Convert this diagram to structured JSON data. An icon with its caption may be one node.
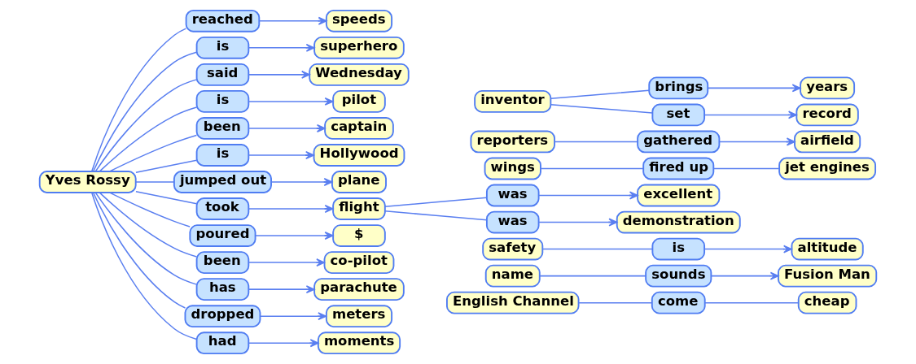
{
  "diagram": {
    "nodes": [
      {
        "text": [
          "cheap"
        ]
      },
      {
        "text": [
          "Fusion Man"
        ]
      },
      {
        "text": [
          "altitude"
        ]
      },
      {
        "text": [
          "is"
        ]
      },
      {
        "text": [
          "safety"
        ]
      },
      {
        "text": [
          "speeds"
        ]
      },
      {
        "text": [
          "come"
        ]
      },
      {
        "text": [
          "sounds"
        ]
      },
      {
        "text": [
          "superhero"
        ]
      },
      {
        "text": [
          "wings"
        ]
      },
      {
        "text": [
          "Wednesday"
        ]
      },
      {
        "text": [
          "English Channel"
        ]
      },
      {
        "text": [
          "name"
        ]
      },
      {
        "text": [
          "reporters"
        ]
      },
      {
        "text": [
          "fired up"
        ]
      },
      {
        "text": [
          "reached"
        ]
      },
      {
        "text": [
          "is"
        ]
      },
      {
        "text": [
          "pilot"
        ]
      },
      {
        "text": [
          "said"
        ]
      },
      {
        "text": [
          "is"
        ]
      },
      {
        "text": [
          "captain"
        ]
      },
      {
        "text": [
          "been"
        ]
      },
      {
        "text": [
          "jet engines"
        ]
      },
      {
        "text": [
          "gathered"
        ]
      },
      {
        "text": [
          "Yves Rossy"
        ]
      },
      {
        "text": [
          "is"
        ]
      },
      {
        "text": [
          "jumped out"
        ]
      },
      {
        "text": [
          "airfield"
        ]
      },
      {
        "text": [
          "Hollywood"
        ]
      },
      {
        "text": [
          "took"
        ]
      },
      {
        "text": [
          "poured"
        ]
      },
      {
        "text": [
          "been"
        ]
      },
      {
        "text": [
          "has"
        ]
      },
      {
        "text": [
          "dropped"
        ]
      },
      {
        "text": [
          "plane"
        ]
      },
      {
        "text": [
          "years"
        ]
      },
      {
        "text": [
          "flight"
        ]
      },
      {
        "text": [
          "$"
        ]
      },
      {
        "text": [
          "had"
        ]
      },
      {
        "text": [
          "co-pilot"
        ]
      },
      {
        "text": [
          "parachute"
        ]
      },
      {
        "text": [
          "meters"
        ]
      },
      {
        "text": [
          "brings"
        ]
      },
      {
        "text": [
          "was"
        ]
      },
      {
        "text": [
          "was"
        ]
      },
      {
        "text": [
          "inventor"
        ]
      },
      {
        "text": [
          "set"
        ]
      },
      {
        "text": [
          "record"
        ]
      },
      {
        "text": [
          "excellent"
        ]
      },
      {
        "text": [
          "demonstration"
        ]
      },
      {
        "text": [
          "moments"
        ]
      }
    ],
    "edges": [
      {
        "from": 4,
        "to": 3,
        "arrow": "none"
      },
      {
        "from": 3,
        "to": 2,
        "arrow": "to"
      },
      {
        "from": 9,
        "to": 14,
        "arrow": "none"
      },
      {
        "from": 14,
        "to": 22,
        "arrow": "none"
      },
      {
        "from": 24,
        "to": 18,
        "arrow": "none"
      },
      {
        "from": 18,
        "to": 10,
        "arrow": "to"
      },
      {
        "from": 24,
        "to": 15,
        "arrow": "none"
      },
      {
        "from": 15,
        "to": 5,
        "arrow": "to"
      },
      {
        "from": 24,
        "to": 16,
        "arrow": "none"
      },
      {
        "from": 16,
        "to": 8,
        "arrow": "to"
      },
      {
        "from": 24,
        "to": 19,
        "arrow": "none"
      },
      {
        "from": 19,
        "to": 17,
        "arrow": "to"
      },
      {
        "from": 24,
        "to": 21,
        "arrow": "none"
      },
      {
        "from": 21,
        "to": 20,
        "arrow": "to"
      },
      {
        "from": 24,
        "to": 25,
        "arrow": "none"
      },
      {
        "from": 25,
        "to": 28,
        "arrow": "to"
      },
      {
        "from": 24,
        "to": 26,
        "arrow": "none"
      },
      {
        "from": 26,
        "to": 34,
        "arrow": "to"
      },
      {
        "from": 24,
        "to": 33,
        "arrow": "none"
      },
      {
        "from": 33,
        "to": 41,
        "arrow": "to"
      },
      {
        "from": 24,
        "to": 31,
        "arrow": "none"
      },
      {
        "from": 31,
        "to": 39,
        "arrow": "to"
      },
      {
        "from": 24,
        "to": 29,
        "arrow": "none"
      },
      {
        "from": 29,
        "to": 36,
        "arrow": "to"
      },
      {
        "from": 24,
        "to": 30,
        "arrow": "none"
      },
      {
        "from": 30,
        "to": 37,
        "arrow": "to"
      },
      {
        "from": 24,
        "to": 32,
        "arrow": "none"
      },
      {
        "from": 32,
        "to": 40,
        "arrow": "to"
      },
      {
        "from": 24,
        "to": 38,
        "arrow": "none"
      },
      {
        "from": 38,
        "to": 50,
        "arrow": "to"
      },
      {
        "from": 36,
        "to": 43,
        "arrow": "none"
      },
      {
        "from": 43,
        "to": 48,
        "arrow": "to"
      },
      {
        "from": 36,
        "to": 44,
        "arrow": "none"
      },
      {
        "from": 44,
        "to": 49,
        "arrow": "to"
      },
      {
        "from": 11,
        "to": 6,
        "arrow": "none"
      },
      {
        "from": 6,
        "to": 0,
        "arrow": "none"
      },
      {
        "from": 12,
        "to": 7,
        "arrow": "none"
      },
      {
        "from": 7,
        "to": 1,
        "arrow": "to"
      },
      {
        "from": 13,
        "to": 23,
        "arrow": "none"
      },
      {
        "from": 23,
        "to": 27,
        "arrow": "to"
      },
      {
        "from": 45,
        "to": 42,
        "arrow": "none"
      },
      {
        "from": 42,
        "to": 35,
        "arrow": "to"
      },
      {
        "from": 45,
        "to": 46,
        "arrow": "none"
      },
      {
        "from": 46,
        "to": 47,
        "arrow": "to"
      }
    ]
  }
}
